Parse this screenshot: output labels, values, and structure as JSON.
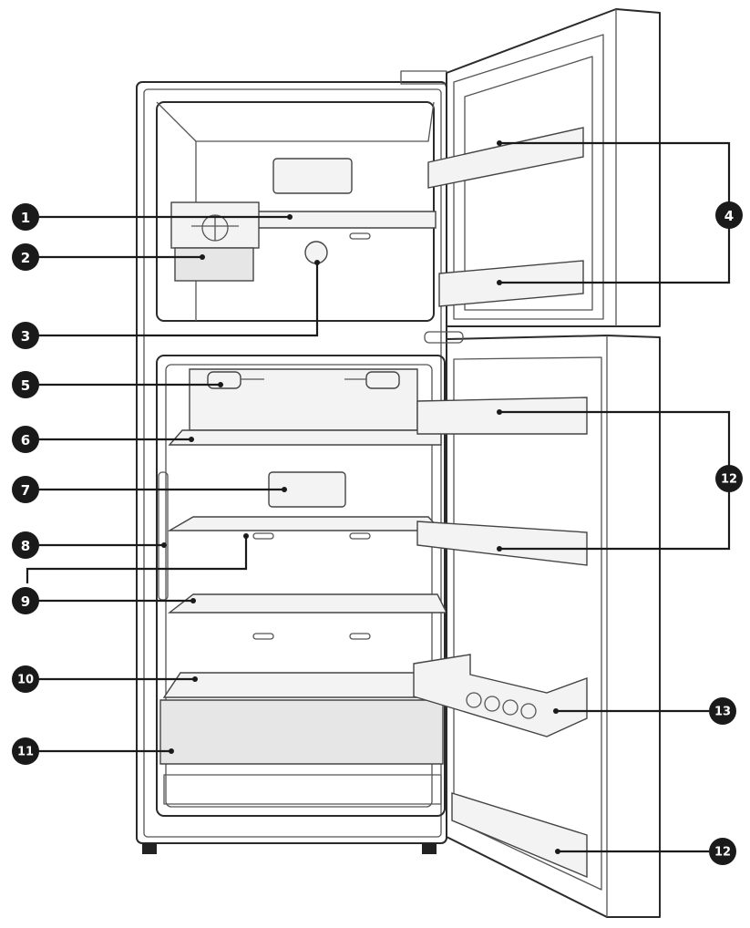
{
  "callouts": [
    {
      "id": "c1",
      "label": "1"
    },
    {
      "id": "c2",
      "label": "2"
    },
    {
      "id": "c3",
      "label": "3"
    },
    {
      "id": "c4",
      "label": "4"
    },
    {
      "id": "c5",
      "label": "5"
    },
    {
      "id": "c6",
      "label": "6"
    },
    {
      "id": "c7",
      "label": "7"
    },
    {
      "id": "c8",
      "label": "8"
    },
    {
      "id": "c9",
      "label": "9"
    },
    {
      "id": "c10",
      "label": "10"
    },
    {
      "id": "c11",
      "label": "11"
    },
    {
      "id": "c12a",
      "label": "12"
    },
    {
      "id": "c13",
      "label": "13"
    },
    {
      "id": "c12b",
      "label": "12"
    }
  ]
}
